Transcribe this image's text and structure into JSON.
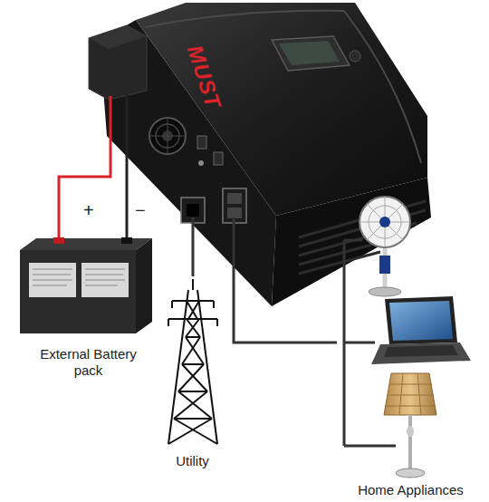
{
  "diagram": {
    "nodes": [
      {
        "text": [
          "MUST"
        ]
      },
      {
        "text": [
          "External Battery pack"
        ]
      },
      {
        "text": [
          "Utility"
        ]
      },
      {
        "text": [
          "Home Appliances"
        ]
      }
    ],
    "edges": [
      {
        "from": 0,
        "to": 1,
        "arrow": "none",
        "label": "+"
      },
      {
        "from": 0,
        "to": 1,
        "arrow": "none",
        "label": "−"
      },
      {
        "from": 0,
        "to": 2,
        "arrow": "none"
      },
      {
        "from": 0,
        "to": 3,
        "arrow": "none"
      }
    ]
  }
}
